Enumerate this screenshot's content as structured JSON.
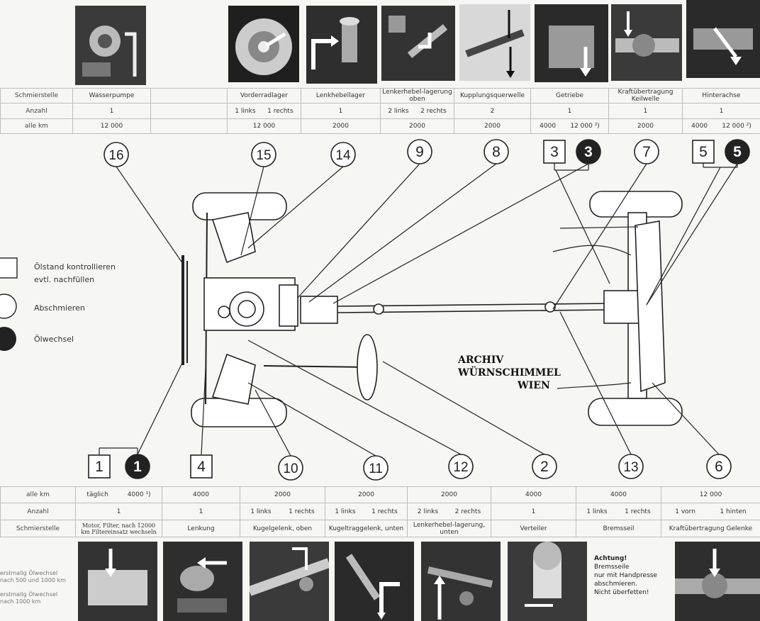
{
  "top_table": {
    "row_labels": [
      "Schmierstelle",
      "Anzahl",
      "alle km"
    ],
    "columns": [
      {
        "name": "Wasserpumpe",
        "count": "1",
        "km": "12 000"
      },
      {
        "name": "",
        "count": "",
        "km": ""
      },
      {
        "name": "Vorderradlager",
        "count_left": "1 links",
        "count_right": "1 rechts",
        "km": "12 000"
      },
      {
        "name": "Lenkhebellager",
        "count": "1",
        "km": "2000"
      },
      {
        "name": "Lenkerhebel-lagerung oben",
        "count_left": "2 links",
        "count_right": "2 rechts",
        "km": "2000"
      },
      {
        "name": "Kupplungsquerwelle",
        "count": "2",
        "km": "2000"
      },
      {
        "name": "Getriebe",
        "count": "1",
        "km_left": "4000",
        "km_right": "12 000 ²)"
      },
      {
        "name": "Kraftübertragung Keilwelle",
        "count": "1",
        "km": "2000"
      },
      {
        "name": "Hinterachse",
        "count": "1",
        "km_left": "4000",
        "km_right": "12 000 ²)"
      }
    ]
  },
  "bottom_table": {
    "row_labels": [
      "alle km",
      "Anzahl",
      "Schmierstelle"
    ],
    "columns": [
      {
        "km_left": "täglich",
        "km_right": "4000 ¹)",
        "count": "1",
        "name": "Motor, Filter, nach 12000 km Filtereinsatz wechseln"
      },
      {
        "km": "4000",
        "count": "1",
        "name": "Lenkung"
      },
      {
        "km": "2000",
        "count_left": "1 links",
        "count_right": "1 rechts",
        "name": "Kugelgelenk, oben"
      },
      {
        "km": "2000",
        "count_left": "1 links",
        "count_right": "1 rechts",
        "name": "Kugeltraggelenk, unten"
      },
      {
        "km": "2000",
        "count_left": "2 links",
        "count_right": "2 rechts",
        "name": "Lenkerhebel-lagerung, unten"
      },
      {
        "km": "4000",
        "count": "1",
        "name": "Verteiler"
      },
      {
        "km": "4000",
        "count_left": "1 links",
        "count_right": "1 rechts",
        "name": "Bremsseil"
      },
      {
        "km": "12 000",
        "count_left": "1 vorn",
        "count_right": "1 hinten",
        "name": "Kraftübertragung Gelenke"
      }
    ]
  },
  "legend": {
    "box": "Ölstand kontrollieren evtl. nachfüllen",
    "circle": "Abschmieren",
    "filled": "Ölwechsel"
  },
  "markers_top": [
    {
      "label": "16",
      "kind": "circle"
    },
    {
      "label": "15",
      "kind": "circle"
    },
    {
      "label": "14",
      "kind": "circle"
    },
    {
      "label": "9",
      "kind": "circle"
    },
    {
      "label": "8",
      "kind": "circle"
    },
    {
      "label": "3",
      "kind": "box"
    },
    {
      "label": "3",
      "kind": "filled"
    },
    {
      "label": "7",
      "kind": "circle"
    },
    {
      "label": "5",
      "kind": "box"
    },
    {
      "label": "5",
      "kind": "filled"
    }
  ],
  "markers_bottom": [
    {
      "label": "1",
      "kind": "box"
    },
    {
      "label": "1",
      "kind": "filled"
    },
    {
      "label": "4",
      "kind": "box"
    },
    {
      "label": "10",
      "kind": "circle"
    },
    {
      "label": "11",
      "kind": "circle"
    },
    {
      "label": "12",
      "kind": "circle"
    },
    {
      "label": "2",
      "kind": "circle"
    },
    {
      "label": "13",
      "kind": "circle"
    },
    {
      "label": "6",
      "kind": "circle"
    }
  ],
  "footnotes": {
    "first": "erstmalig Ölwechsel nach 500 und 1000 km",
    "second": "erstmalig Ölwechsel nach 1000 km"
  },
  "warning": {
    "title": "Achtung!",
    "lines": [
      "Bremsseile",
      "nur mit Handpresse",
      "abschmieren.",
      "Nicht überfetten!"
    ]
  },
  "stamp": {
    "line1": "ARCHIV",
    "line2": "WÜRNSCHIMMEL",
    "line3": "WIEN"
  },
  "colors": {
    "paper": "#f6f6f3",
    "ink": "#222222",
    "photo": "#2b2b2b",
    "grid": "#bdbdbd"
  }
}
